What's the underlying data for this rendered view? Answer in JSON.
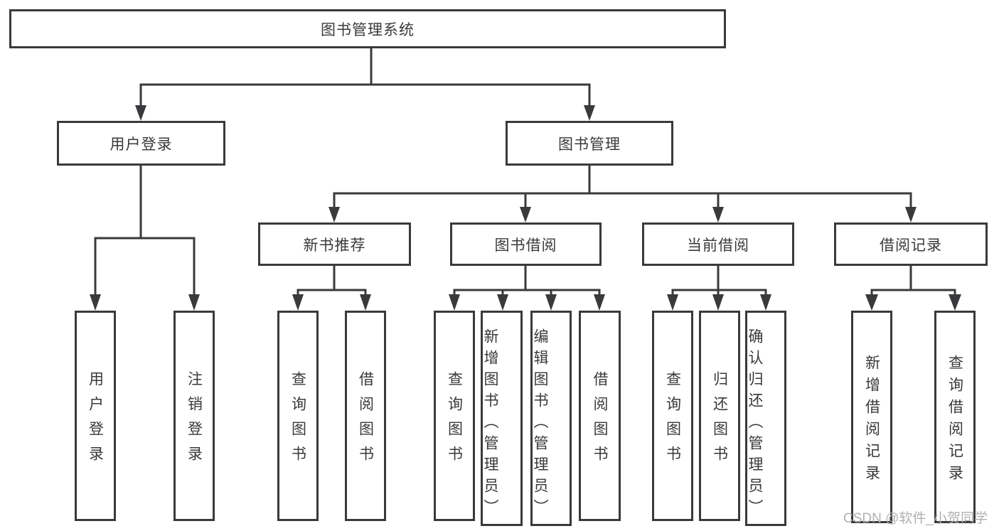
{
  "diagram": {
    "title": "图书管理系统",
    "tree": {
      "label": "图书管理系统",
      "children": [
        {
          "label": "用户登录",
          "children": [
            {
              "label": "用户登录"
            },
            {
              "label": "注销登录"
            }
          ]
        },
        {
          "label": "图书管理",
          "children": [
            {
              "label": "新书推荐",
              "children": [
                {
                  "label": "查询图书"
                },
                {
                  "label": "借阅图书"
                }
              ]
            },
            {
              "label": "图书借阅",
              "children": [
                {
                  "label": "查询图书"
                },
                {
                  "label": "新增图书（管理员）"
                },
                {
                  "label": "编辑图书（管理员）"
                },
                {
                  "label": "借阅图书"
                }
              ]
            },
            {
              "label": "当前借阅",
              "children": [
                {
                  "label": "查询图书"
                },
                {
                  "label": "归还图书"
                },
                {
                  "label": "确认归还（管理员）"
                }
              ]
            },
            {
              "label": "借阅记录",
              "children": [
                {
                  "label": "新增借阅记录"
                },
                {
                  "label": "查询借阅记录"
                }
              ]
            }
          ]
        }
      ]
    }
  },
  "watermark": {
    "text": "CSDN @软件_小贺同学"
  },
  "colors": {
    "line": "#3a3a3c",
    "text": "#39393b",
    "box_background": "#ffffff",
    "watermark": "#b0b0b2",
    "background": "#ffffff"
  }
}
